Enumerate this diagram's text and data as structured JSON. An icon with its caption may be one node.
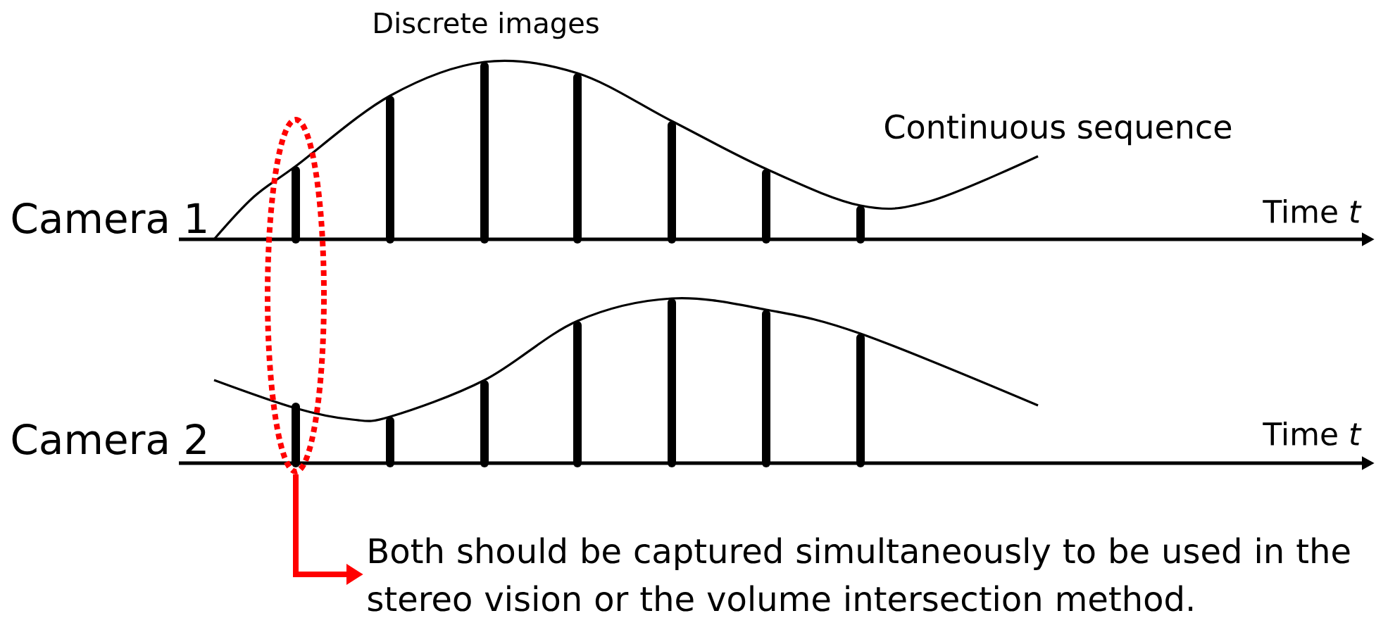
{
  "diagram": {
    "nodes": [
      {
        "text": [],
        "shape": "ellipse"
      },
      {
        "text": [
          "Both should be captured simultaneously to be used in the stereo vision or the volume intersection method."
        ]
      }
    ],
    "edges": [
      {
        "from": 0,
        "to": 1,
        "arrow": "to",
        "color": "#ff0000"
      }
    ],
    "labels": [
      "Discrete images",
      "Continuous sequence",
      "Camera 1",
      "Time *t*",
      "Camera 2",
      "Time *t*"
    ]
  }
}
